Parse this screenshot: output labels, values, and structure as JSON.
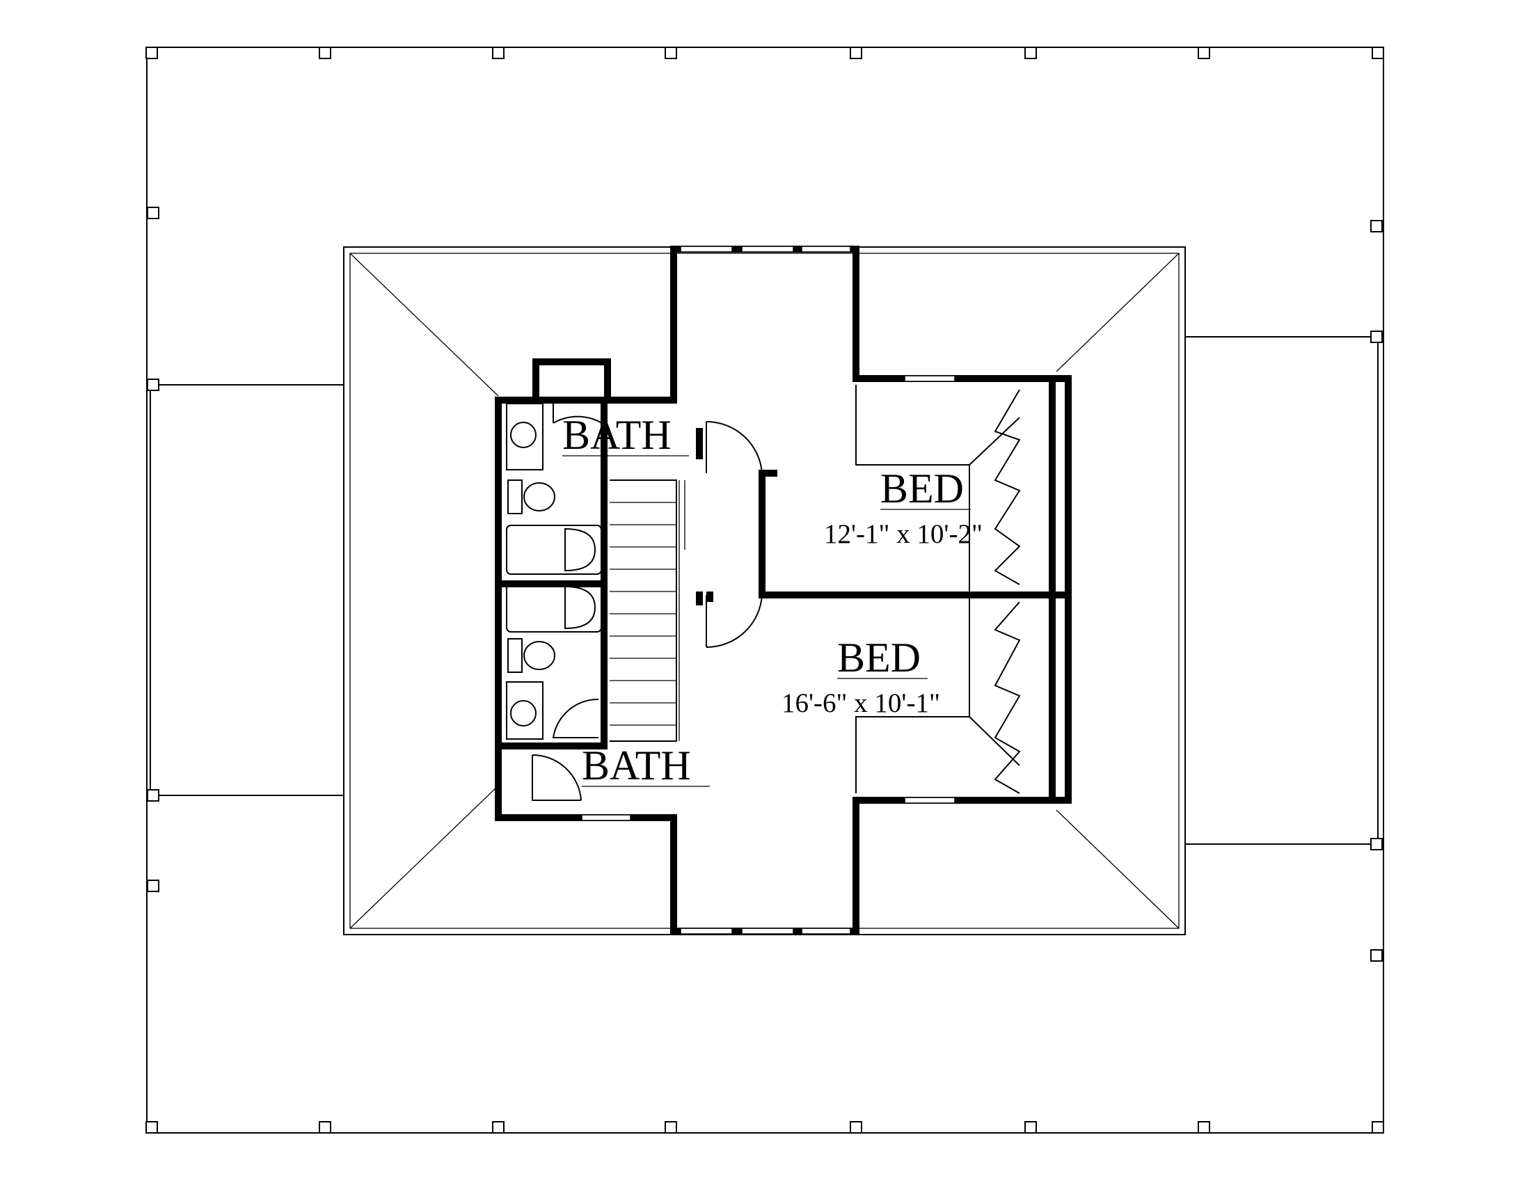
{
  "rooms": [
    {
      "id": "bath-upper",
      "label": "BATH"
    },
    {
      "id": "bed-upper",
      "label": "BED",
      "dimensions": "12'-1\" x 10'-2\""
    },
    {
      "id": "bed-lower",
      "label": "BED",
      "dimensions": "16'-6\" x 10'-1\""
    },
    {
      "id": "bath-lower",
      "label": "BATH"
    }
  ]
}
